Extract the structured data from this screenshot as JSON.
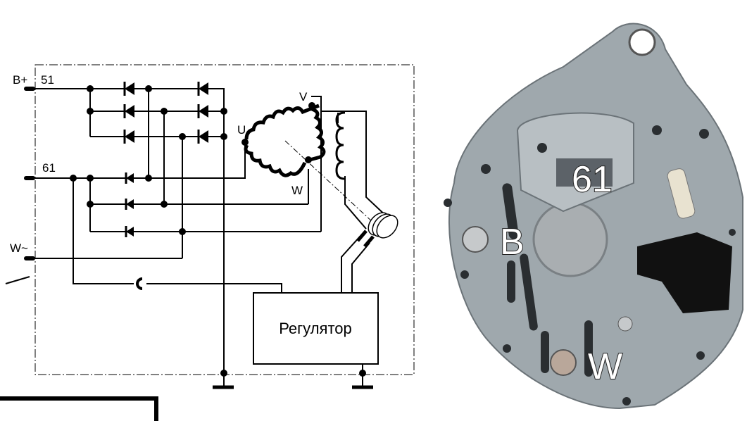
{
  "schematic": {
    "terminals": {
      "b_plus": "B+",
      "t51": "51",
      "t61": "61",
      "w_tilde": "W~"
    },
    "windings": {
      "u": "U",
      "v": "V",
      "w": "W"
    },
    "regulator_label": "Регулятор"
  },
  "photo": {
    "labels": {
      "t61": "61",
      "b": "B",
      "w": "W"
    }
  }
}
